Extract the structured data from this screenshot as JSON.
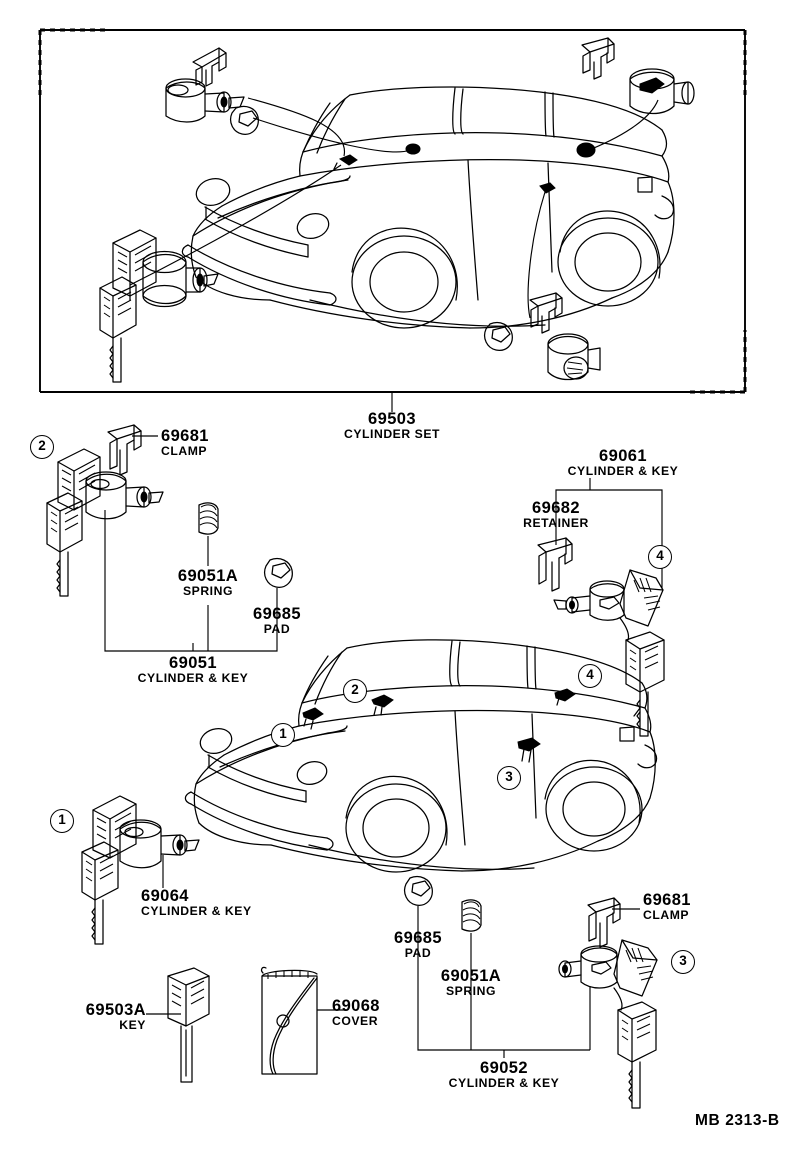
{
  "diagram": {
    "code": "MB 2313-B",
    "title_group": "CYLINDER SET"
  },
  "top_panel": {
    "part": {
      "number": "69503",
      "name": "CYLINDER SET"
    }
  },
  "parts": [
    {
      "number": "69681",
      "name": "CLAMP"
    },
    {
      "number": "69051A",
      "name": "SPRING"
    },
    {
      "number": "69685",
      "name": "PAD"
    },
    {
      "number": "69051",
      "name": "CYLINDER & KEY"
    },
    {
      "number": "69061",
      "name": "CYLINDER & KEY"
    },
    {
      "number": "69682",
      "name": "RETAINER"
    },
    {
      "number": "69064",
      "name": "CYLINDER & KEY"
    },
    {
      "number": "69503A",
      "name": "KEY"
    },
    {
      "number": "69068",
      "name": "COVER"
    },
    {
      "number": "69685",
      "name": "PAD"
    },
    {
      "number": "69051A",
      "name": "SPRING"
    },
    {
      "number": "69052",
      "name": "CYLINDER & KEY"
    },
    {
      "number": "69681",
      "name": "CLAMP"
    }
  ],
  "callouts": [
    {
      "id": "cal-2-group",
      "number": "2"
    },
    {
      "id": "cal-4-group",
      "number": "4"
    },
    {
      "id": "cal-1-group",
      "number": "1"
    },
    {
      "id": "cal-3-group",
      "number": "3"
    },
    {
      "id": "cal-car-1",
      "number": "1"
    },
    {
      "id": "cal-car-2",
      "number": "2"
    },
    {
      "id": "cal-car-3",
      "number": "3"
    },
    {
      "id": "cal-car-4",
      "number": "4"
    }
  ],
  "colors": {
    "ink": "#000000",
    "paper": "#ffffff"
  }
}
